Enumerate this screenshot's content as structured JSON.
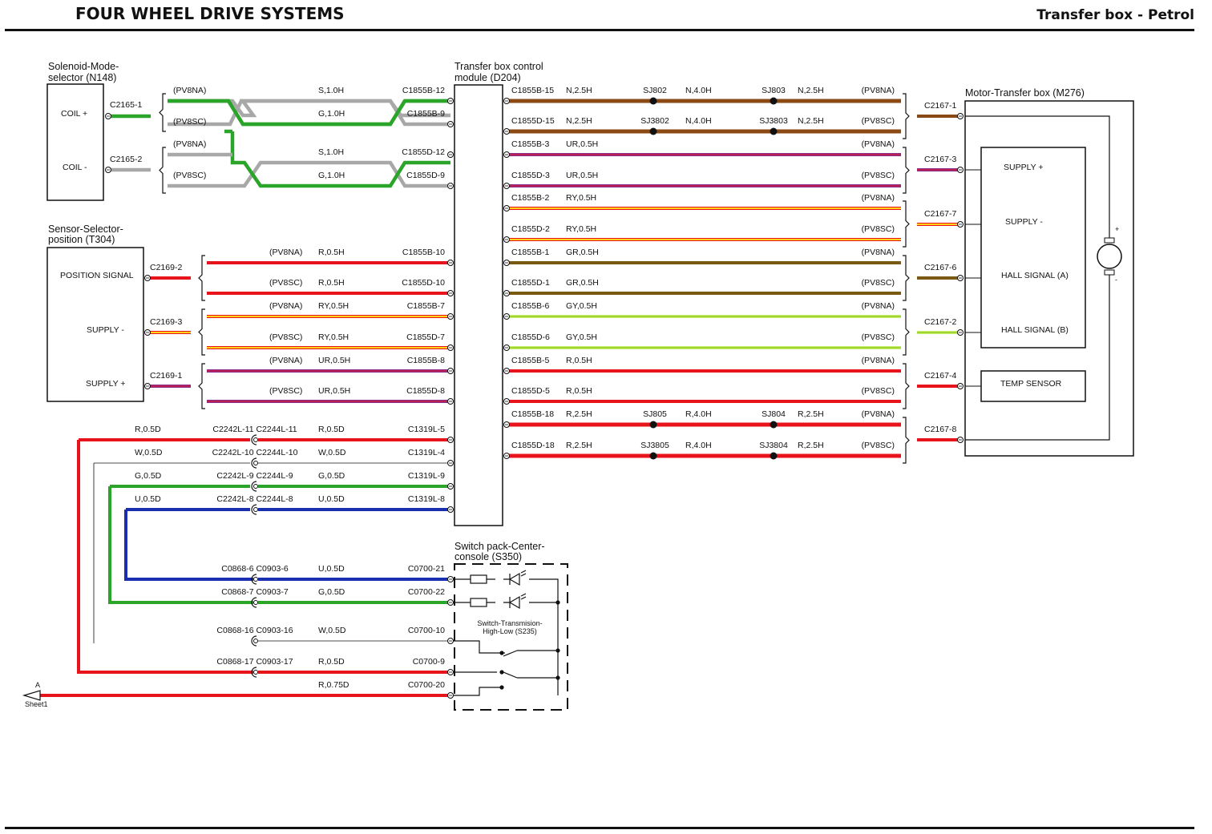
{
  "header": {
    "title": "FOUR WHEEL DRIVE SYSTEMS",
    "subtitle": "Transfer box - Petrol"
  },
  "colors": {
    "N": "#8b4a14",
    "S": "#a8a8a8",
    "G": "#2aa52a",
    "R": "#e8141c",
    "W": "#ffffff",
    "U": "#1a2fb0",
    "Y": "#ffd21a",
    "GY": "#c8f06a",
    "UR": "#8a2c8a",
    "GR": "#7a5a12",
    "RY": "#e8141c"
  },
  "modules": {
    "solenoid": {
      "title1": "Solenoid-Mode-",
      "title2": "selector (N148)",
      "pins": [
        "COIL +",
        "COIL -"
      ]
    },
    "sensor": {
      "title1": "Sensor-Selector-",
      "title2": "position (T304)",
      "pins": [
        "POSITION SIGNAL",
        "SUPPLY -",
        "SUPPLY +"
      ]
    },
    "tcm": {
      "title1": "Transfer box control",
      "title2": "module (D204)"
    },
    "motor": {
      "title": "Motor-Transfer box (M276)",
      "pins": [
        "SUPPLY +",
        "SUPPLY -",
        "HALL SIGNAL (A)",
        "HALL SIGNAL (B)",
        "TEMP SENSOR"
      ],
      "plus": "+",
      "minus": "-"
    },
    "switchpack": {
      "title1": "Switch pack-Center-",
      "title2": "console (S350)",
      "inner1": "Switch-Transmision-",
      "inner2": "High-Low (S235)"
    }
  },
  "left_connectors": [
    "C2165-1",
    "C2165-2",
    "C2169-2",
    "C2169-3",
    "C2169-1"
  ],
  "right_connectors": [
    "C2167-1",
    "C2167-3",
    "C2167-7",
    "C2167-6",
    "C2167-2",
    "C2167-4",
    "C2167-8"
  ],
  "solenoid_wires": [
    {
      "tag": "(PV8NA)",
      "spec": "S,1.0H",
      "pin": "C1855B-12"
    },
    {
      "tag": "(PV8SC)",
      "spec": "G,1.0H",
      "pin": "C1855B-9"
    },
    {
      "tag": "(PV8NA)",
      "spec": "S,1.0H",
      "pin": "C1855D-12"
    },
    {
      "tag": "(PV8SC)",
      "spec": "G,1.0H",
      "pin": "C1855D-9"
    }
  ],
  "sensor_wires": [
    {
      "tag": "(PV8NA)",
      "spec": "R,0.5H",
      "pin": "C1855B-10"
    },
    {
      "tag": "(PV8SC)",
      "spec": "R,0.5H",
      "pin": "C1855D-10"
    },
    {
      "tag": "(PV8NA)",
      "spec": "RY,0.5H",
      "pin": "C1855B-7"
    },
    {
      "tag": "(PV8SC)",
      "spec": "RY,0.5H",
      "pin": "C1855D-7"
    },
    {
      "tag": "(PV8NA)",
      "spec": "UR,0.5H",
      "pin": "C1855B-8"
    },
    {
      "tag": "(PV8SC)",
      "spec": "UR,0.5H",
      "pin": "C1855D-8"
    }
  ],
  "c1319_wires": [
    {
      "spec1": "R,0.5D",
      "conn": "C2242L-11 C2244L-11",
      "spec2": "R,0.5D",
      "pin": "C1319L-5"
    },
    {
      "spec1": "W,0.5D",
      "conn": "C2242L-10 C2244L-10",
      "spec2": "W,0.5D",
      "pin": "C1319L-4"
    },
    {
      "spec1": "G,0.5D",
      "conn": "C2242L-9 C2244L-9",
      "spec2": "G,0.5D",
      "pin": "C1319L-9"
    },
    {
      "spec1": "U,0.5D",
      "conn": "C2242L-8 C2244L-8",
      "spec2": "U,0.5D",
      "pin": "C1319L-8"
    }
  ],
  "switch_wires": [
    {
      "conn": "C0868-6 C0903-6",
      "spec": "U,0.5D",
      "pin": "C0700-21"
    },
    {
      "conn": "C0868-7 C0903-7",
      "spec": "G,0.5D",
      "pin": "C0700-22"
    },
    {
      "conn": "C0868-16 C0903-16",
      "spec": "W,0.5D",
      "pin": "C0700-10"
    },
    {
      "conn": "C0868-17 C0903-17",
      "spec": "R,0.5D",
      "pin": "C0700-9"
    },
    {
      "conn": "",
      "spec": "R,0.75D",
      "pin": "C0700-20"
    }
  ],
  "right_wires": [
    {
      "pin": "C1855B-15",
      "spec": "N,2.5H",
      "sj1": "SJ802",
      "spec2": "N,4.0H",
      "sj2": "SJ803",
      "spec3": "N,2.5H",
      "tag": "(PV8NA)"
    },
    {
      "pin": "C1855D-15",
      "spec": "N,2.5H",
      "sj1": "SJ3802",
      "spec2": "N,4.0H",
      "sj2": "SJ3803",
      "spec3": "N,2.5H",
      "tag": "(PV8SC)"
    },
    {
      "pin": "C1855B-3",
      "spec": "UR,0.5H",
      "tag": "(PV8NA)"
    },
    {
      "pin": "C1855D-3",
      "spec": "UR,0.5H",
      "tag": "(PV8SC)"
    },
    {
      "pin": "C1855B-2",
      "spec": "RY,0.5H",
      "tag": "(PV8NA)"
    },
    {
      "pin": "C1855D-2",
      "spec": "RY,0.5H",
      "tag": "(PV8SC)"
    },
    {
      "pin": "C1855B-1",
      "spec": "GR,0.5H",
      "tag": "(PV8NA)"
    },
    {
      "pin": "C1855D-1",
      "spec": "GR,0.5H",
      "tag": "(PV8SC)"
    },
    {
      "pin": "C1855B-6",
      "spec": "GY,0.5H",
      "tag": "(PV8NA)"
    },
    {
      "pin": "C1855D-6",
      "spec": "GY,0.5H",
      "tag": "(PV8SC)"
    },
    {
      "pin": "C1855B-5",
      "spec": "R,0.5H",
      "tag": "(PV8NA)"
    },
    {
      "pin": "C1855D-5",
      "spec": "R,0.5H",
      "tag": "(PV8SC)"
    },
    {
      "pin": "C1855B-18",
      "spec": "R,2.5H",
      "sj1": "SJ805",
      "spec2": "R,4.0H",
      "sj2": "SJ804",
      "spec3": "R,2.5H",
      "tag": "(PV8NA)"
    },
    {
      "pin": "C1855D-18",
      "spec": "R,2.5H",
      "sj1": "SJ3805",
      "spec2": "R,4.0H",
      "sj2": "SJ3804",
      "spec3": "R,2.5H",
      "tag": "(PV8SC)"
    }
  ],
  "offsheet": {
    "letter": "A",
    "sheet": "Sheet1"
  }
}
